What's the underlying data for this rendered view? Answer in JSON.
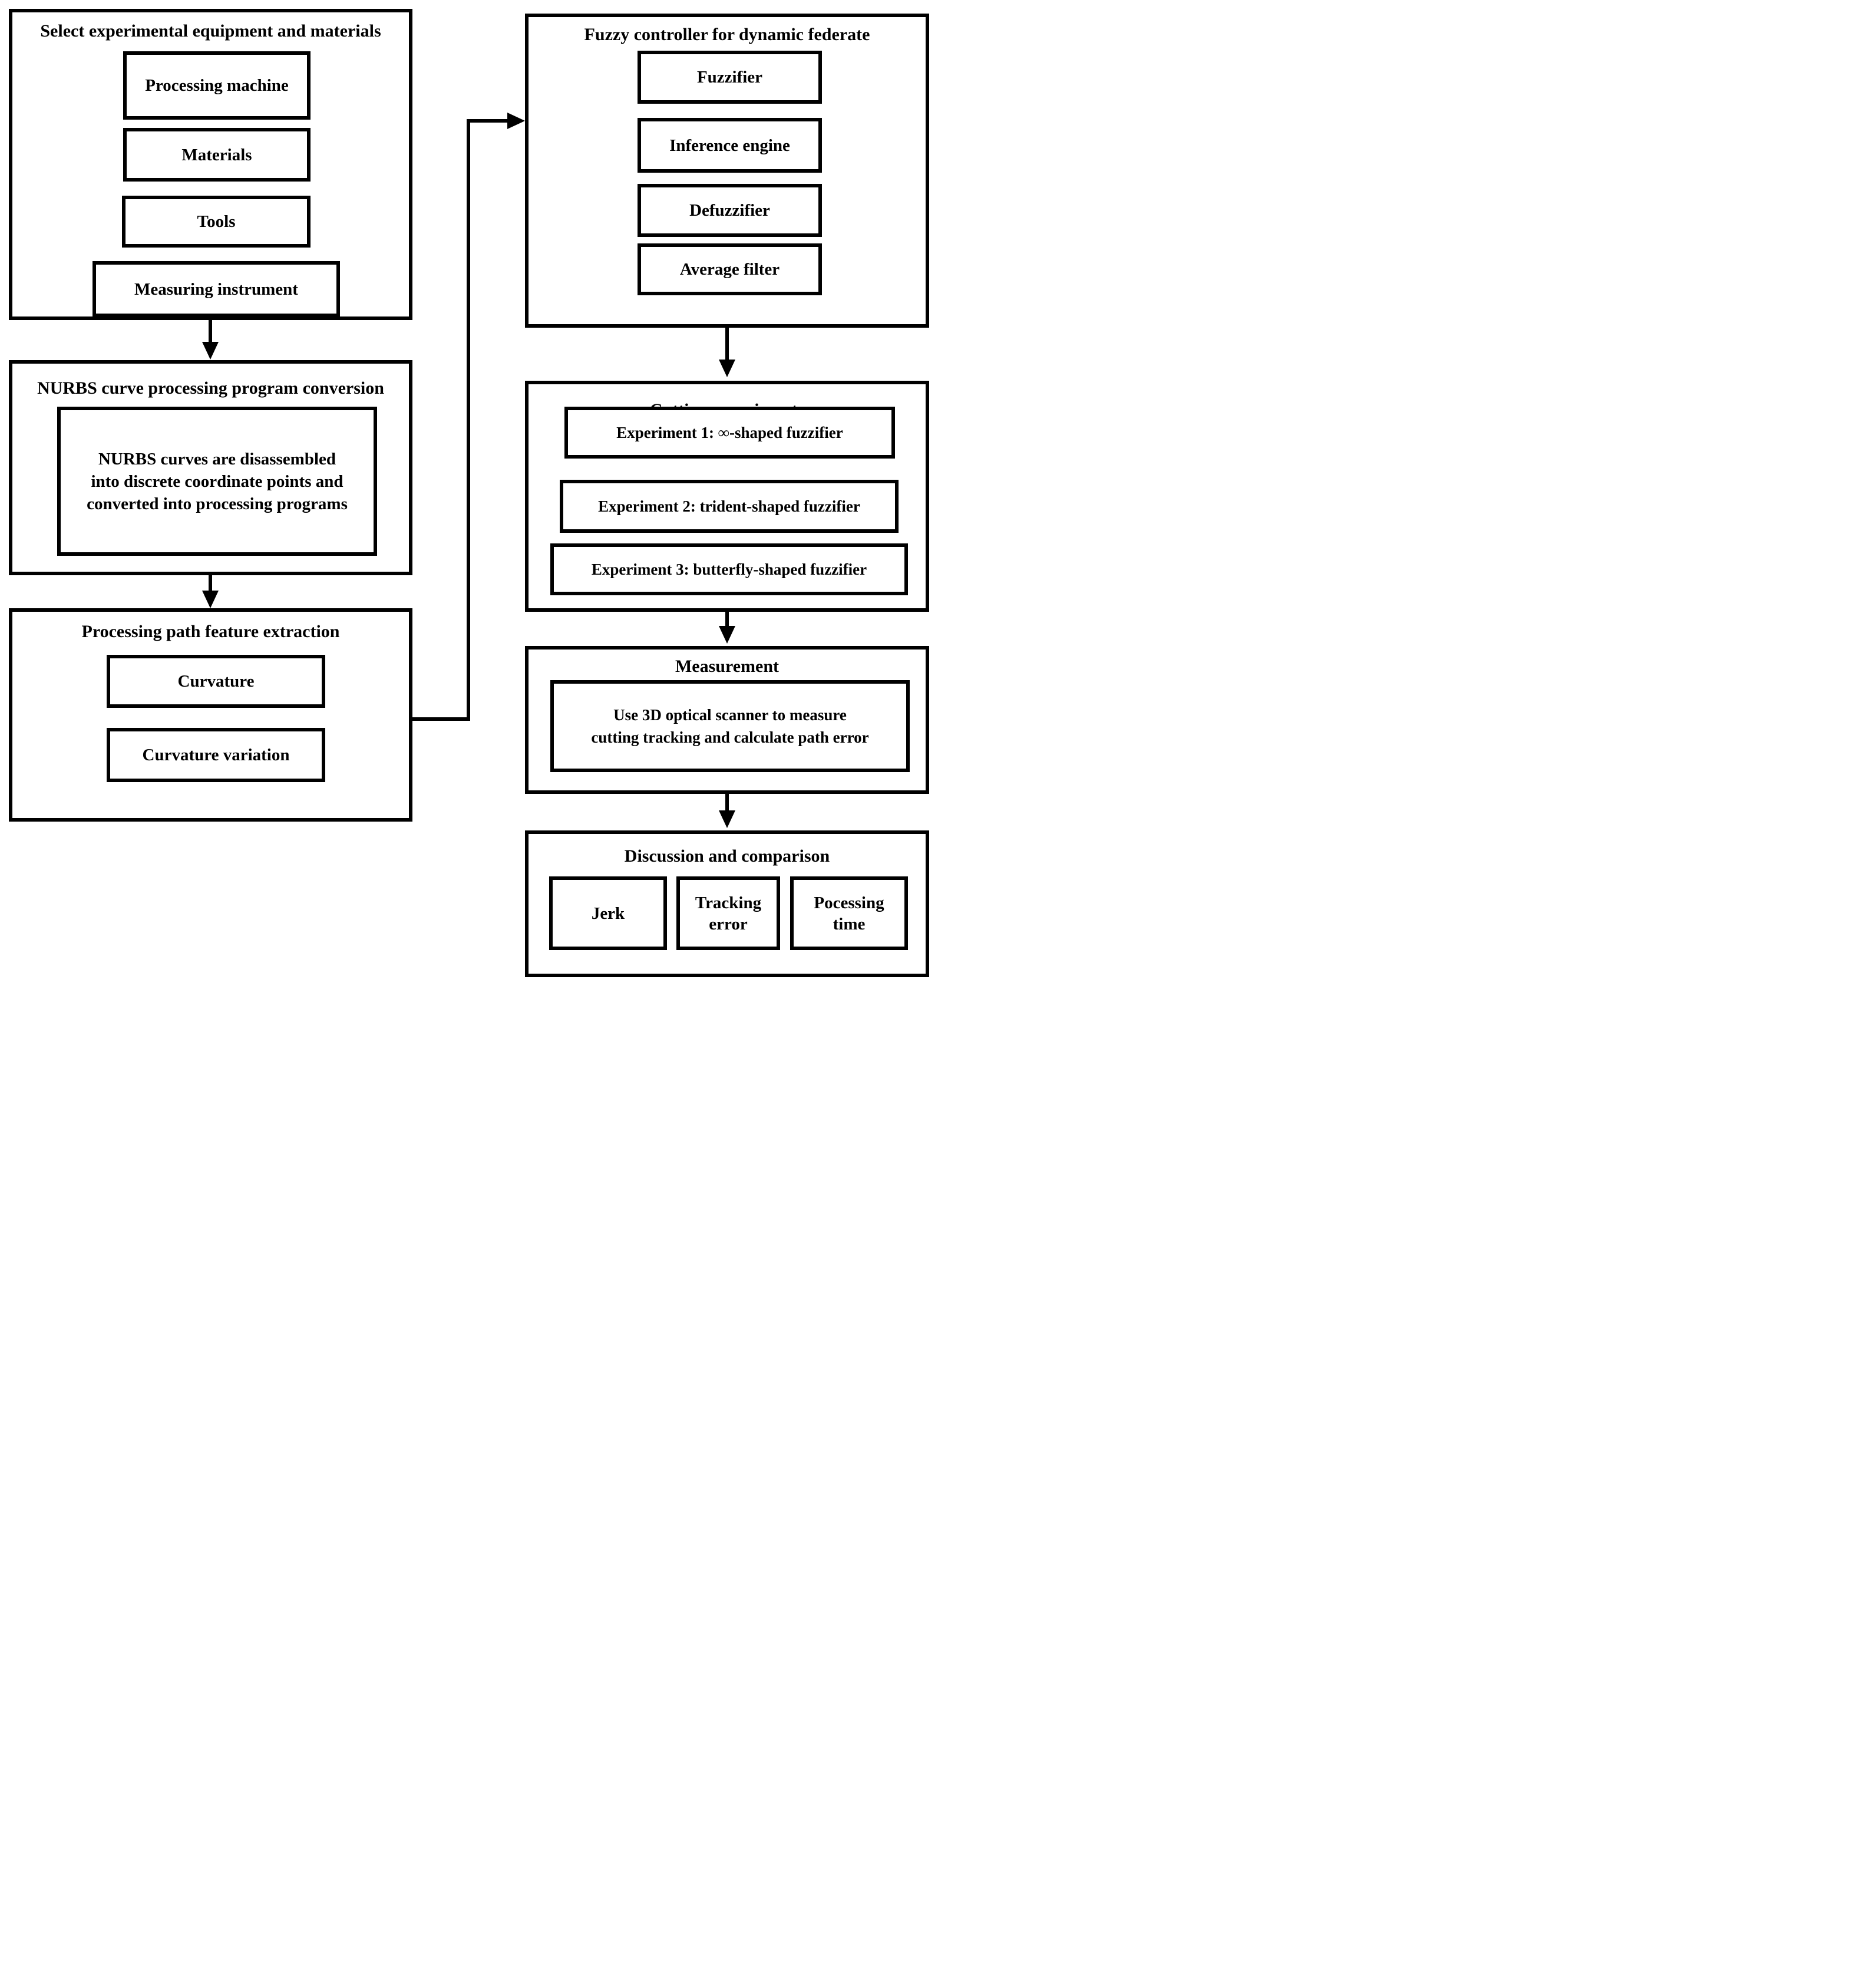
{
  "page": {
    "background": "#ffffff",
    "line_color": "#000000"
  },
  "left_column": {
    "equipment": {
      "title": "Select experimental equipment and materials",
      "items": [
        "Processing machine",
        "Materials",
        "Tools",
        "Measuring instrument"
      ]
    },
    "nurbs_conversion": {
      "title": "NURBS curve processing program conversion",
      "body_lines": [
        "NURBS curves are disassembled",
        "into discrete coordinate points and",
        "converted into processing programs"
      ]
    },
    "feature_extraction": {
      "title": "Processing path feature extraction",
      "items": [
        "Curvature",
        "Curvature variation"
      ]
    }
  },
  "right_column": {
    "fuzzy_controller": {
      "title": "Fuzzy controller for dynamic federate",
      "items": [
        "Fuzzifier",
        "Inference engine",
        "Defuzzifier",
        "Average filter"
      ]
    },
    "cutting_experiments": {
      "title": "Cutting experiments",
      "items": [
        "Experiment 1: ∞-shaped fuzzifier",
        "Experiment 2: trident-shaped fuzzifier",
        "Experiment 3: butterfly-shaped fuzzifier"
      ]
    },
    "measurement": {
      "title": "Measurement",
      "body_lines": [
        "Use 3D optical scanner to measure",
        "cutting tracking and calculate path error"
      ]
    },
    "discussion": {
      "title": "Discussion and comparison",
      "items": [
        "Jerk",
        "Tracking error",
        "Pocessing time"
      ]
    }
  }
}
